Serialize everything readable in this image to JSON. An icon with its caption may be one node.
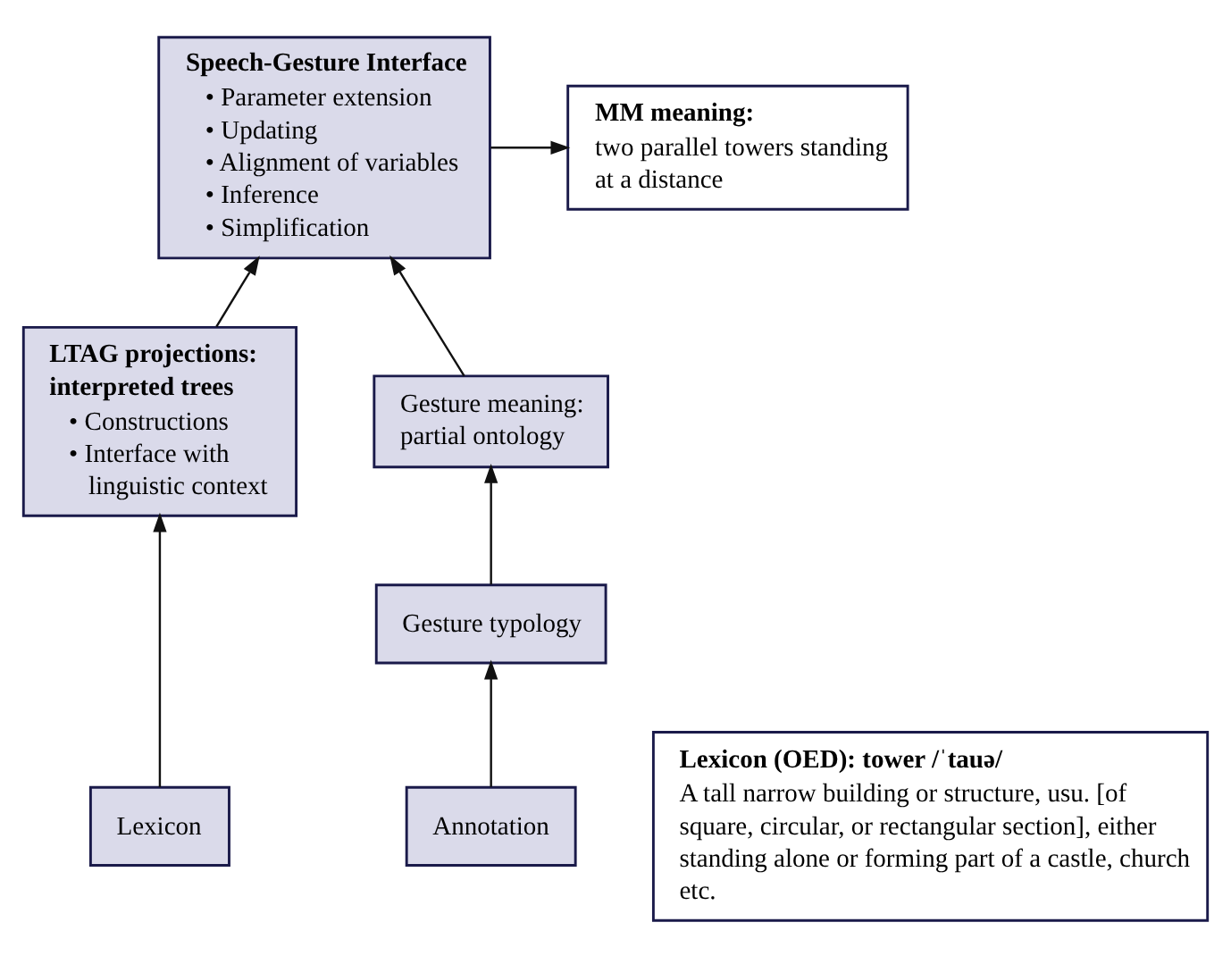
{
  "diagram": {
    "nodes": [
      {
        "text": [
          "Speech-Gesture Interface",
          "• Parameter extension",
          "• Updating",
          "• Alignment of variables",
          "• Inference",
          "• Simplification"
        ]
      },
      {
        "text": [
          "MM meaning:",
          "two parallel towers standing at a distance"
        ]
      },
      {
        "text": [
          "LTAG projections: interpreted trees",
          "• Constructions",
          "• Interface with linguistic context"
        ]
      },
      {
        "text": [
          "Gesture meaning: partial ontology"
        ]
      },
      {
        "text": [
          "Gesture typology"
        ]
      },
      {
        "text": [
          "Lexicon"
        ]
      },
      {
        "text": [
          "Annotation"
        ]
      },
      {
        "text": [
          "Lexicon (OED): tower /ˈtauə/",
          "A tall narrow building or structure, usu. [of square, circular, or rectangular section], either standing alone or forming part of a castle, church etc."
        ]
      }
    ],
    "edges": [
      {
        "from": 0,
        "to": 1,
        "arrow": "to"
      },
      {
        "from": 2,
        "to": 0,
        "arrow": "to"
      },
      {
        "from": 3,
        "to": 0,
        "arrow": "to"
      },
      {
        "from": 4,
        "to": 3,
        "arrow": "to"
      },
      {
        "from": 5,
        "to": 2,
        "arrow": "to"
      },
      {
        "from": 6,
        "to": 4,
        "arrow": "to"
      }
    ]
  }
}
